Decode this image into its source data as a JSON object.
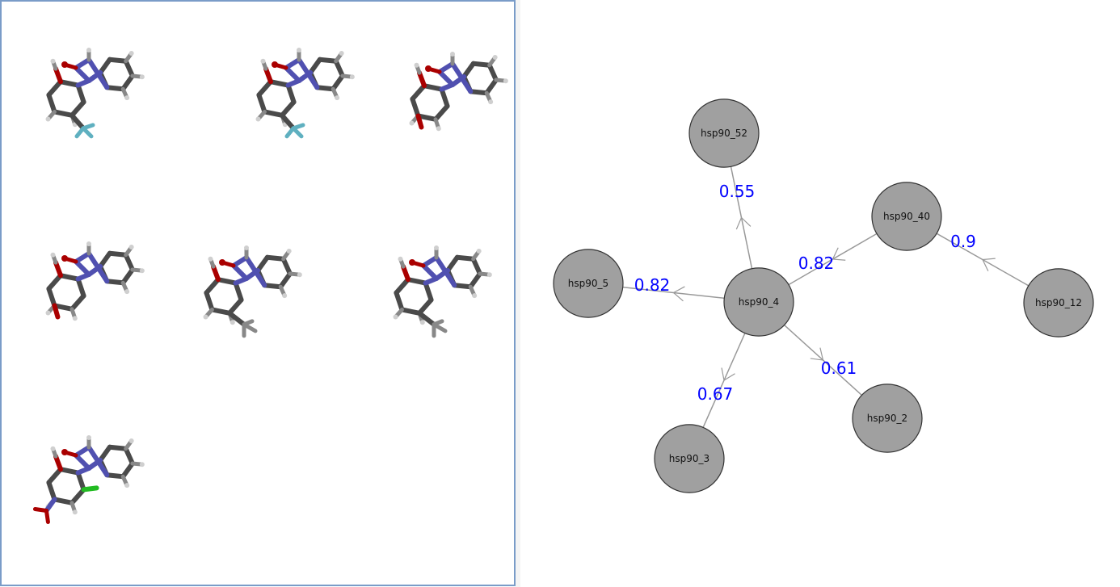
{
  "molecule_panel": {
    "molecule_count": 7
  },
  "graph": {
    "nodes": [
      {
        "id": "hsp90_52",
        "label": "hsp90_52"
      },
      {
        "id": "hsp90_40",
        "label": "hsp90_40"
      },
      {
        "id": "hsp90_5",
        "label": "hsp90_5"
      },
      {
        "id": "hsp90_4",
        "label": "hsp90_4"
      },
      {
        "id": "hsp90_12",
        "label": "hsp90_12"
      },
      {
        "id": "hsp90_2",
        "label": "hsp90_2"
      },
      {
        "id": "hsp90_3",
        "label": "hsp90_3"
      }
    ],
    "edges": [
      {
        "from": "hsp90_4",
        "to": "hsp90_52",
        "label": "0.55"
      },
      {
        "from": "hsp90_40",
        "to": "hsp90_4",
        "label": "0.82"
      },
      {
        "from": "hsp90_12",
        "to": "hsp90_40",
        "label": "0.9"
      },
      {
        "from": "hsp90_4",
        "to": "hsp90_5",
        "label": "0.82"
      },
      {
        "from": "hsp90_4",
        "to": "hsp90_3",
        "label": "0.67"
      },
      {
        "from": "hsp90_4",
        "to": "hsp90_2",
        "label": "0.61"
      }
    ],
    "colors": {
      "node_fill": "#a0a0a0",
      "node_stroke": "#333333",
      "edge": "#999999",
      "edge_label": "#0000ff"
    }
  }
}
